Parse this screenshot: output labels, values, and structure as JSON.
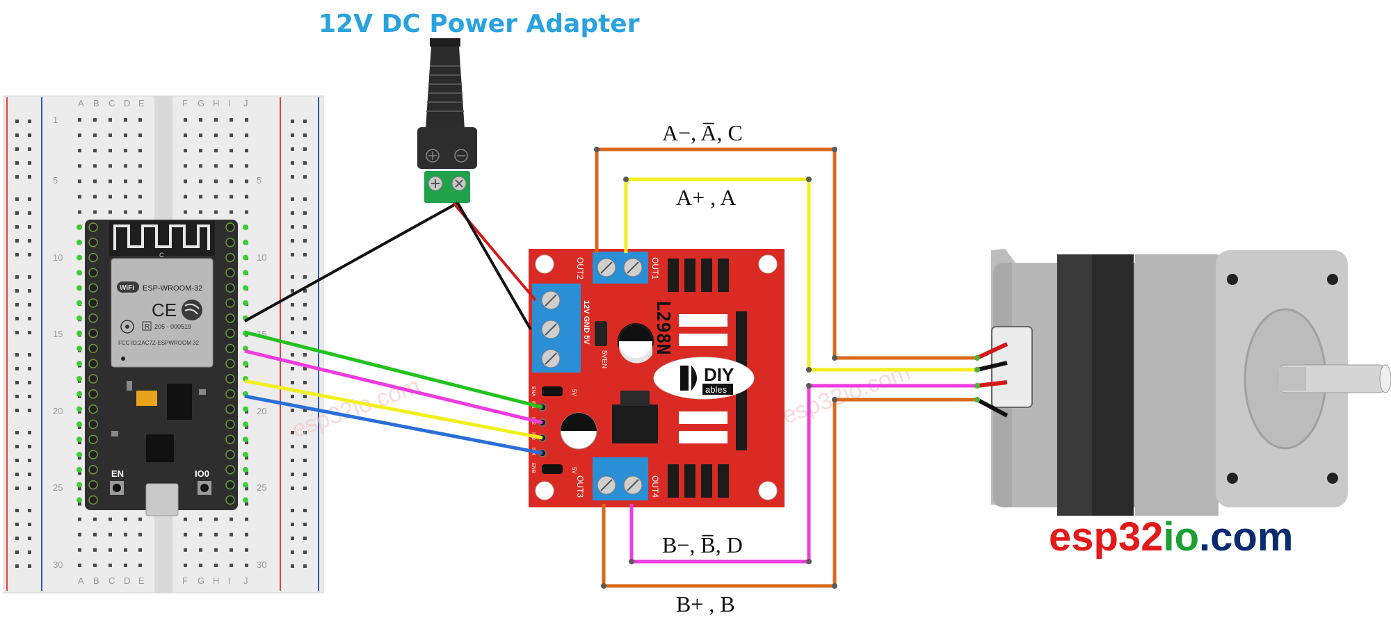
{
  "title": "12V DC Power Adapter",
  "brand": {
    "part1": "esp32",
    "part2": "io",
    "part3": ".com",
    "colors": {
      "part1": "#e21a1a",
      "part2": "#1aa033",
      "part3": "#0b2b70"
    }
  },
  "watermark": "esp32io.com",
  "breadboard": {
    "col_letters_left": [
      "A",
      "B",
      "C",
      "D",
      "E"
    ],
    "col_letters_right": [
      "F",
      "G",
      "H",
      "I",
      "J"
    ],
    "row_numbers": [
      "1",
      "5",
      "10",
      "15",
      "20",
      "25",
      "30"
    ]
  },
  "esp32": {
    "module_label": "ESP-WROOM-32",
    "wifi_logo": "WiFi",
    "ce_mark": "CE",
    "r_mark": "R",
    "r_number": "205 - 000519",
    "fcc_line": "FCC ID:2AC7Z-ESPWROOM 32",
    "antenna_letter": "C",
    "en_label": "EN",
    "io0_label": "IO0"
  },
  "driver": {
    "chip_label": "L298N",
    "out1": "OUT1",
    "out2": "OUT2",
    "out3": "OUT3",
    "out4": "OUT4",
    "power_terminal": "12V GND 5V",
    "jumper_label": "5VEN",
    "pin_labels": [
      "ENA",
      "IN1",
      "IN2",
      "IN3",
      "IN4",
      "ENB"
    ],
    "small_5v": "5V",
    "logo_top": "DIY",
    "logo_bottom": "ables"
  },
  "wire_labels": {
    "a_minus": "A−, A̅, C",
    "a_plus": "A+ , A",
    "b_minus": "B−, B̅, D",
    "b_plus": "B+ , B"
  },
  "colors": {
    "title": "#29a3de",
    "wire_orange": "#d86a1c",
    "wire_yellow": "#f2ef1f",
    "wire_magenta": "#f03cdf",
    "wire_green": "#22c21f",
    "wire_blue": "#2b6fd6",
    "wire_black": "#111111",
    "wire_red": "#d11a1a",
    "driver_board": "#d92b24",
    "terminal_blue": "#2b8fd6"
  }
}
